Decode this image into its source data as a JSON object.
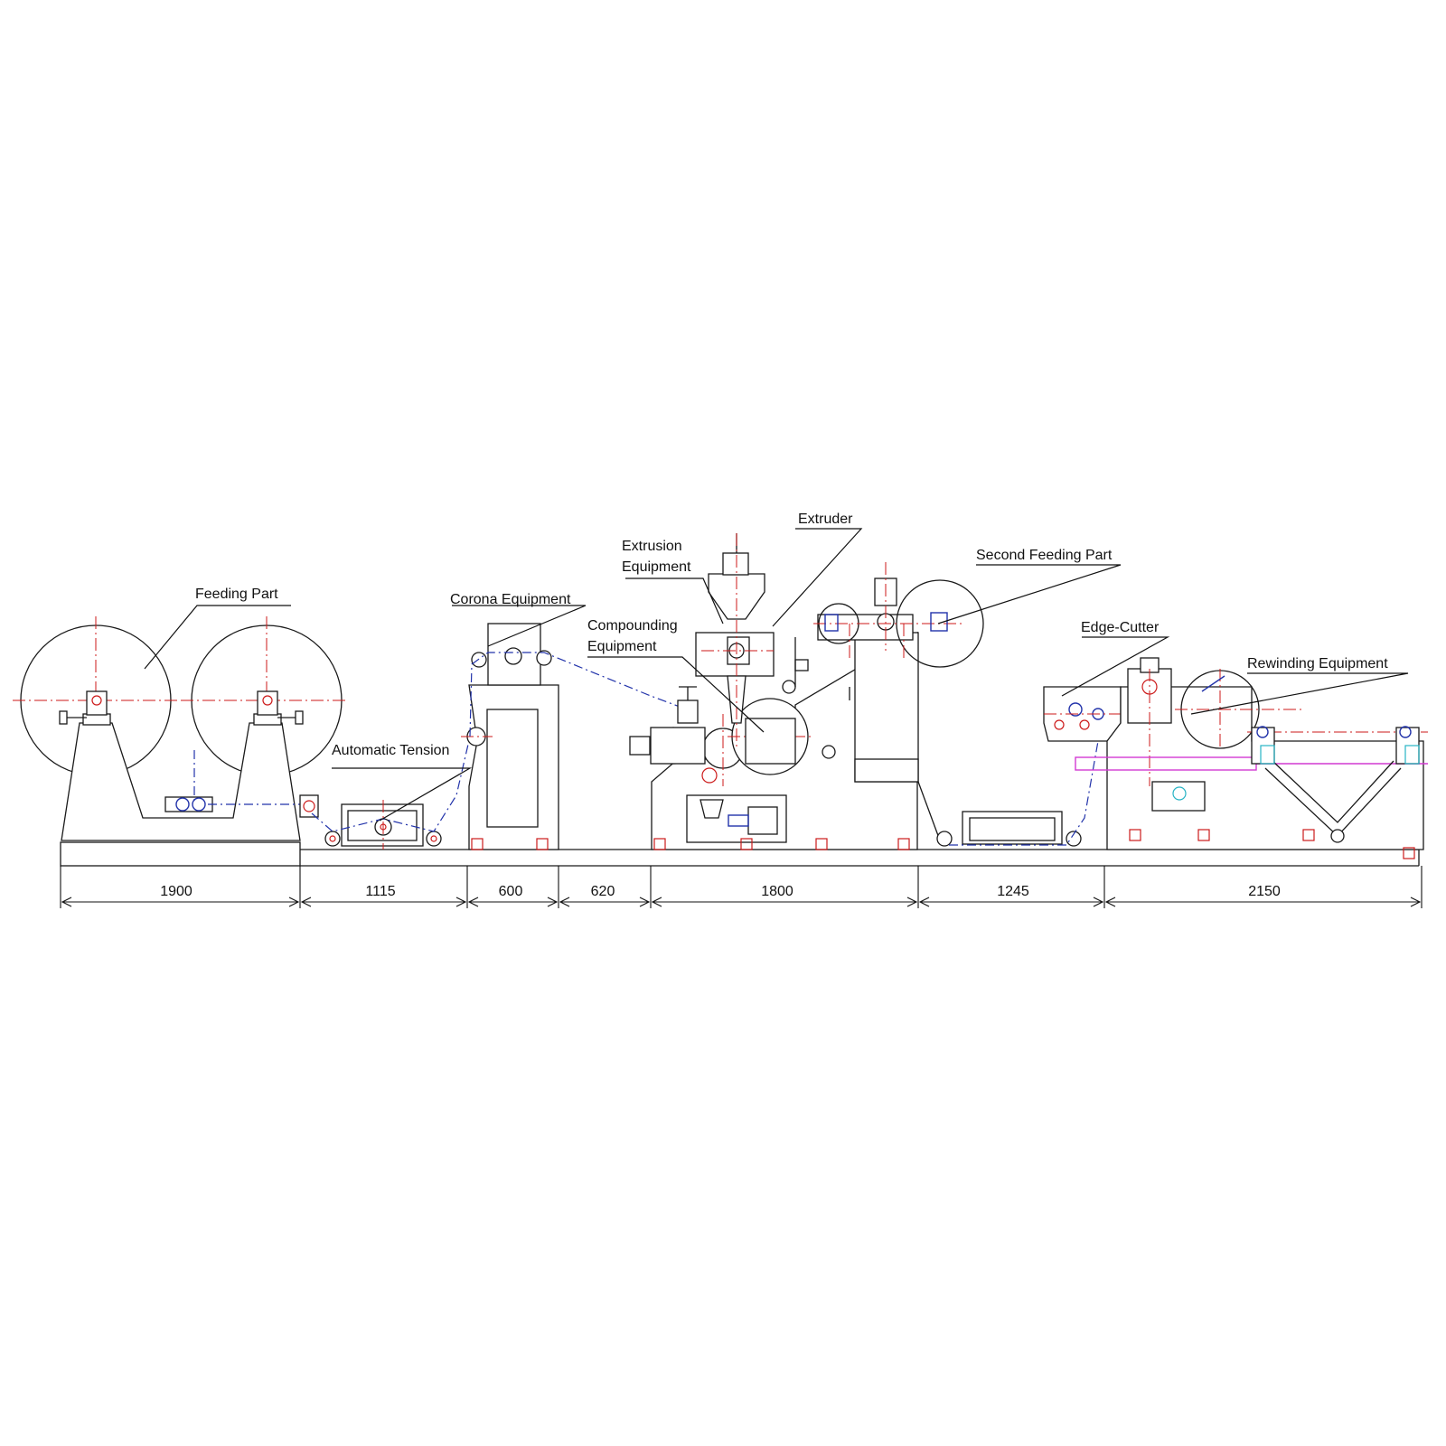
{
  "labels": {
    "feeding_part": "Feeding Part",
    "automatic_tension": "Automatic Tension",
    "corona_equipment": "Corona Equipment",
    "compounding_equipment_line1": "Compounding",
    "compounding_equipment_line2": "Equipment",
    "extrusion_equipment_line1": "Extrusion",
    "extrusion_equipment_line2": "Equipment",
    "extruder": "Extruder",
    "second_feeding_part": "Second Feeding Part",
    "edge_cutter": "Edge-Cutter",
    "rewinding_equipment": "Rewinding Equipment"
  },
  "dimensions": [
    "1900",
    "1115",
    "600",
    "620",
    "1800",
    "1245",
    "2150"
  ],
  "colors": {
    "outline": "#1a1a1a",
    "centerline": "#cc1a1a",
    "web_path": "#2233aa",
    "pneumatic": "#d23ad2",
    "aux": "#27b3c4"
  }
}
